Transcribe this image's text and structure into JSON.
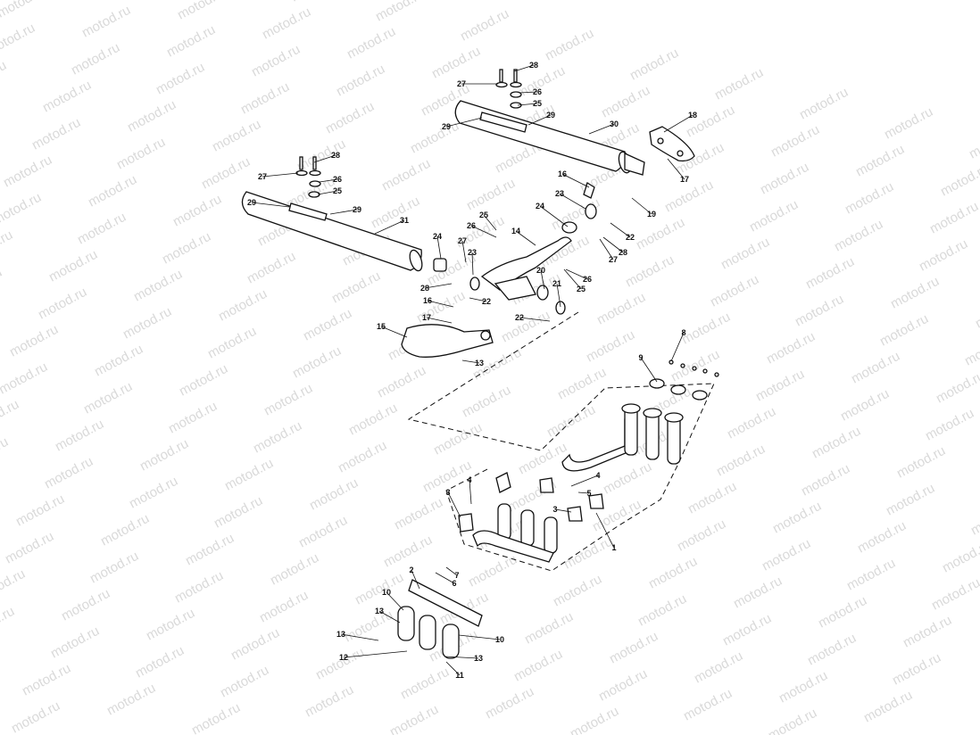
{
  "watermark": "motod.ru",
  "callouts": [
    "1",
    "2",
    "3",
    "4",
    "5",
    "6",
    "7",
    "8",
    "9",
    "10",
    "11",
    "12",
    "13",
    "14",
    "15",
    "16",
    "17",
    "18",
    "19",
    "20",
    "21",
    "22",
    "23",
    "24",
    "25",
    "26",
    "27",
    "28",
    "29",
    "30",
    "31"
  ]
}
